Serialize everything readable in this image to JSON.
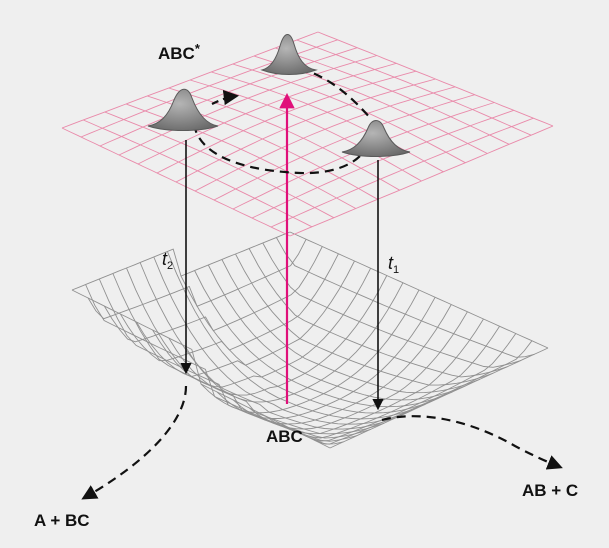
{
  "labels": {
    "transition_state": "ABC",
    "transition_star": "*",
    "reactant": "ABC",
    "product_left": "A + BC",
    "product_right": "AB + C",
    "time_1_base": "t",
    "time_1_sub": "1",
    "time_2_base": "t",
    "time_2_sub": "2"
  },
  "colors": {
    "background": "#efefef",
    "upper_surface_grid": "#e98aaa",
    "lower_surface_grid": "#909090",
    "excitation_arrow": "#e0107a",
    "wavepacket": "#7c7c7c",
    "arrows": "#111111"
  }
}
